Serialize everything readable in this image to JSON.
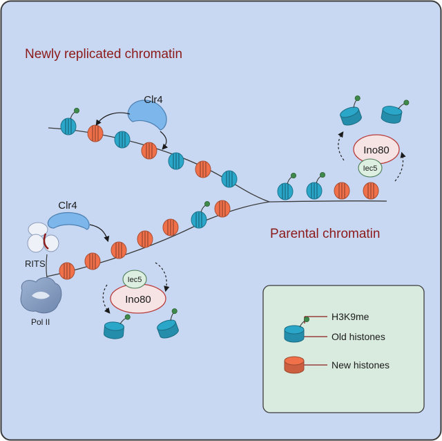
{
  "titles": {
    "newly": "Newly replicated chromatin",
    "parental": "Parental chromatin"
  },
  "proteins": {
    "clr4_top": "Clr4",
    "clr4_bottom": "Clr4",
    "ino80_top": "Ino80",
    "iec5_top": "Iec5",
    "ino80_bottom": "Ino80",
    "iec5_bottom": "Iec5",
    "rits": "RITS",
    "pol2": "Pol II"
  },
  "legend": {
    "h3k9me": "H3K9me",
    "old": "Old histones",
    "new": "New histones"
  },
  "colors": {
    "background": "#c9d8f2",
    "border": "#3a3a3a",
    "title_red": "#8b1a1a",
    "old_histone": "#2aa6c9",
    "new_histone": "#f0704a",
    "h3k9me_dot": "#3f8a4a",
    "legend_bg": "#d9ebdf",
    "ino80_fill": "#f6e3e3",
    "ino80_stroke": "#b83a3a",
    "iec5_fill": "#dcefe0",
    "clr4_fill": "#7db6ea",
    "dna": "#3a3a3a"
  }
}
